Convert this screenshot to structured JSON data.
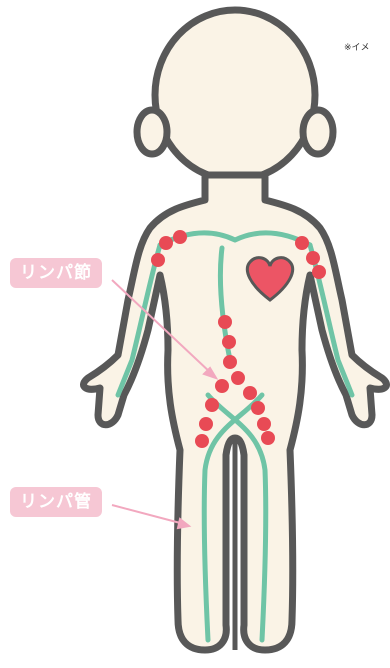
{
  "note": "※イメ",
  "labels": {
    "lymph_node": "リンパ節",
    "lymph_vessel": "リンパ管"
  },
  "colors": {
    "body_fill": "#faf3e6",
    "outline": "#585858",
    "vessel": "#6fc4a6",
    "node": "#e84a55",
    "heart": "#ec5565",
    "label_bg": "#f6c7d4",
    "arrow": "#f2a8bf"
  }
}
